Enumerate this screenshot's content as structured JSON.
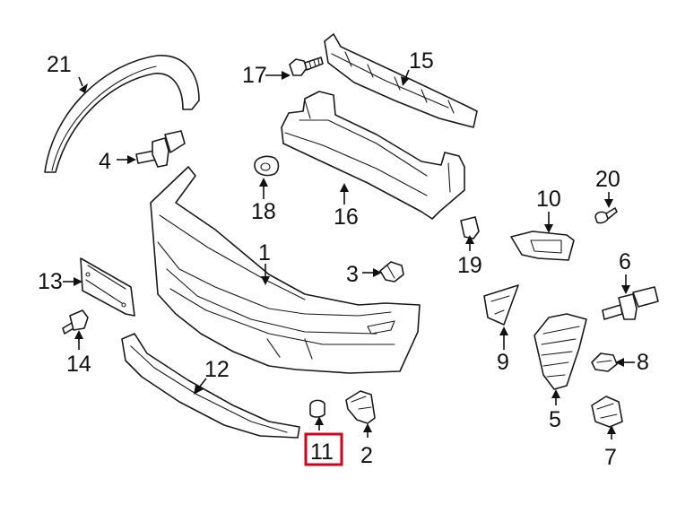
{
  "diagram": {
    "highlight_color": "#d0021b",
    "highlighted_callout": "11",
    "callouts": [
      {
        "id": "c1",
        "label": "1"
      },
      {
        "id": "c2",
        "label": "2"
      },
      {
        "id": "c3",
        "label": "3"
      },
      {
        "id": "c4",
        "label": "4"
      },
      {
        "id": "c5",
        "label": "5"
      },
      {
        "id": "c6",
        "label": "6"
      },
      {
        "id": "c7",
        "label": "7"
      },
      {
        "id": "c8",
        "label": "8"
      },
      {
        "id": "c9",
        "label": "9"
      },
      {
        "id": "c10",
        "label": "10"
      },
      {
        "id": "c11",
        "label": "11"
      },
      {
        "id": "c12",
        "label": "12"
      },
      {
        "id": "c13",
        "label": "13"
      },
      {
        "id": "c14",
        "label": "14"
      },
      {
        "id": "c15",
        "label": "15"
      },
      {
        "id": "c16",
        "label": "16"
      },
      {
        "id": "c17",
        "label": "17"
      },
      {
        "id": "c18",
        "label": "18"
      },
      {
        "id": "c19",
        "label": "19"
      },
      {
        "id": "c20",
        "label": "20"
      },
      {
        "id": "c21",
        "label": "21"
      }
    ]
  }
}
